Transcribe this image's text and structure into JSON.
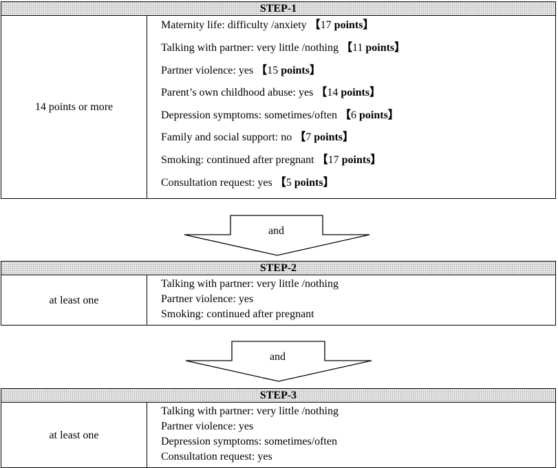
{
  "steps": [
    {
      "title": "STEP-1",
      "condition": "14 points or more",
      "items": [
        {
          "text": "Maternity life: difficulty /anxiety",
          "points": "17"
        },
        {
          "text": "Talking with partner: very little /nothing",
          "points": "11"
        },
        {
          "text": "Partner violence: yes",
          "points": "15"
        },
        {
          "text": "Parent’s own childhood abuse: yes",
          "points": "14"
        },
        {
          "text": "Depression symptoms: sometimes/often",
          "points": "6"
        },
        {
          "text": "Family and social support: no",
          "points": "7"
        },
        {
          "text": "Smoking: continued after pregnant",
          "points": "17"
        },
        {
          "text": "Consultation request: yes",
          "points": "5"
        }
      ],
      "points_word": "points",
      "bracket_open": "【",
      "bracket_close": "】"
    },
    {
      "title": "STEP-2",
      "condition": "at least one",
      "items": [
        {
          "text": "Talking with partner: very little /nothing"
        },
        {
          "text": "Partner violence: yes"
        },
        {
          "text": "Smoking: continued after pregnant"
        }
      ]
    },
    {
      "title": "STEP-3",
      "condition": "at least one",
      "items": [
        {
          "text": "Talking with partner: very little /nothing"
        },
        {
          "text": "Partner violence: yes"
        },
        {
          "text": "Depression symptoms: sometimes/often"
        },
        {
          "text": "Consultation request: yes"
        }
      ]
    }
  ],
  "arrows": [
    {
      "label": "and"
    },
    {
      "label": "and"
    }
  ]
}
